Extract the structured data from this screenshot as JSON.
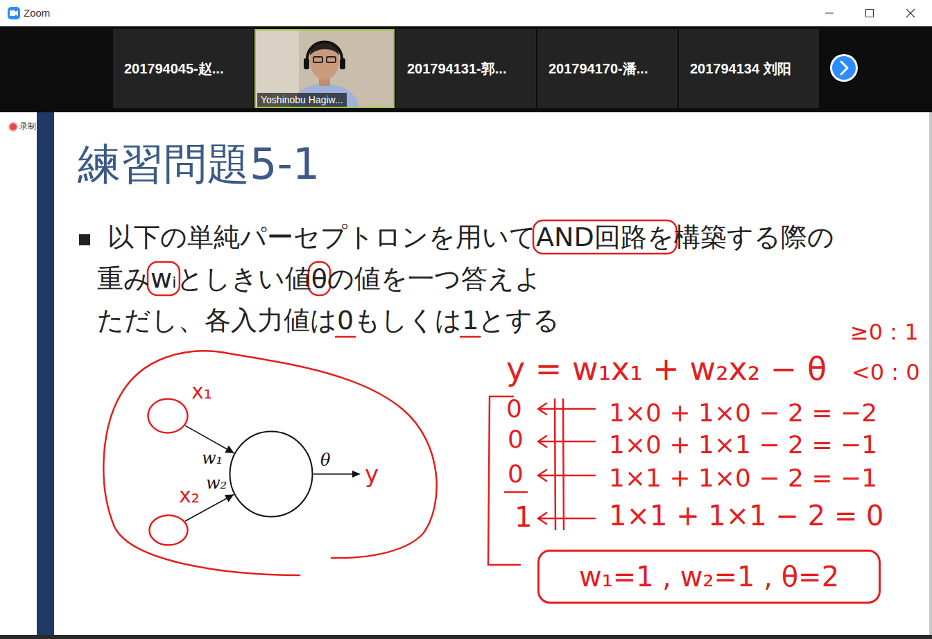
{
  "diagram": {
    "title": "練習問題5-1",
    "nodes": [
      {
        "text": [
          "201794045-赵..."
        ]
      },
      {
        "text": [
          "Yoshinobu Hagiw..."
        ]
      },
      {
        "text": [
          "201794131-郭..."
        ]
      },
      {
        "text": [
          "201794170-潘..."
        ]
      },
      {
        "text": [
          "201794134 刘阳"
        ]
      },
      {
        "text": [
          "x₁"
        ]
      },
      {
        "text": [
          "x₂"
        ]
      },
      {
        "text": [
          "θ"
        ]
      },
      {
        "text": [
          "w₁=1 , w₂=1 , θ=2"
        ]
      }
    ],
    "edges": [
      {
        "from": 5,
        "to": 7,
        "arrow": "to",
        "label": "w₁"
      },
      {
        "from": 6,
        "to": 7,
        "arrow": "to",
        "label": "w₂"
      }
    ],
    "labels": [
      "Zoom",
      "录制",
      "以下の単純パーセプトロンを用いてAND回路を構築する際の",
      "重みwᵢとしきい値θの値を一つ答えよ",
      "ただし、各入力値は0もしくは1とする",
      "y",
      "y = w₁x₁ + w₂x₂ − θ",
      "≥0 : 1",
      "<0 : 0",
      "0",
      "1×0 + 1×0 − 2 = −2",
      "0",
      "1×0 + 1×1 − 2 = −1",
      "0",
      "1×1 + 1×0 − 2 = −1",
      "1",
      "1×1 + 1×1 − 2 = 0"
    ]
  }
}
